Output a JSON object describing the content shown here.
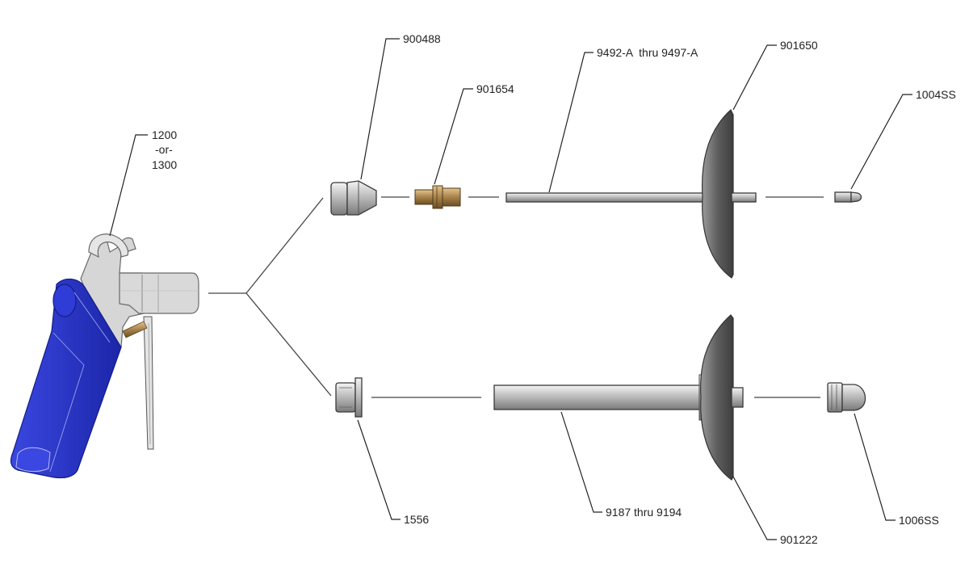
{
  "callouts": {
    "gun": [
      "1200",
      "-or-",
      "1300"
    ],
    "p900488": "900488",
    "p901654": "901654",
    "p9492": "9492-A  thru 9497-A",
    "p901650": "901650",
    "p1004SS": "1004SS",
    "p1556": "1556",
    "p9187": "9187 thru 9194",
    "p901222": "901222",
    "p1006SS": "1006SS"
  },
  "colors": {
    "handle_blue": "#2633c9",
    "body_gray": "#d4d4d4",
    "brass": "#a8824a",
    "metal_dark": "#6c6c6c"
  }
}
